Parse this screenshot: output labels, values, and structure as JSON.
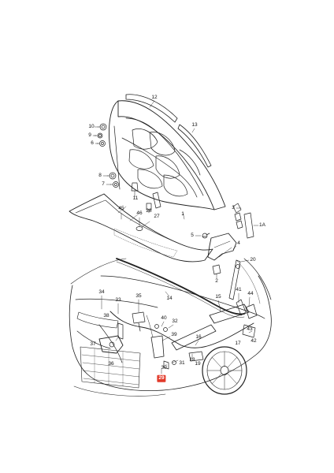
{
  "diagram": {
    "labels": [
      {
        "id": "12",
        "text": "12"
      },
      {
        "id": "13",
        "text": "13"
      },
      {
        "id": "10",
        "text": "10"
      },
      {
        "id": "9",
        "text": "9"
      },
      {
        "id": "6",
        "text": "6"
      },
      {
        "id": "8",
        "text": "8"
      },
      {
        "id": "7",
        "text": "7"
      },
      {
        "id": "11",
        "text": "11"
      },
      {
        "id": "45",
        "text": "45"
      },
      {
        "id": "46",
        "text": "46"
      },
      {
        "id": "28",
        "text": "28"
      },
      {
        "id": "27",
        "text": "27"
      },
      {
        "id": "1",
        "text": "1"
      },
      {
        "id": "3",
        "text": "3"
      },
      {
        "id": "1A",
        "text": "1A"
      },
      {
        "id": "5",
        "text": "5"
      },
      {
        "id": "4",
        "text": "4"
      },
      {
        "id": "20",
        "text": "20"
      },
      {
        "id": "2",
        "text": "2"
      },
      {
        "id": "34",
        "text": "34"
      },
      {
        "id": "33",
        "text": "33"
      },
      {
        "id": "35",
        "text": "35"
      },
      {
        "id": "14",
        "text": "14"
      },
      {
        "id": "15",
        "text": "15"
      },
      {
        "id": "41",
        "text": "41"
      },
      {
        "id": "44",
        "text": "44"
      },
      {
        "id": "38",
        "text": "38"
      },
      {
        "id": "40",
        "text": "40"
      },
      {
        "id": "32",
        "text": "32"
      },
      {
        "id": "16",
        "text": "16"
      },
      {
        "id": "43",
        "text": "43"
      },
      {
        "id": "39",
        "text": "39"
      },
      {
        "id": "37",
        "text": "37"
      },
      {
        "id": "17",
        "text": "17"
      },
      {
        "id": "42",
        "text": "42"
      },
      {
        "id": "18",
        "text": "18"
      },
      {
        "id": "36",
        "text": "36"
      },
      {
        "id": "19",
        "text": "19"
      },
      {
        "id": "31",
        "text": "31"
      },
      {
        "id": "30",
        "text": "30"
      },
      {
        "id": "29",
        "text": "29"
      }
    ],
    "highlight_color": "#e23a2a"
  }
}
